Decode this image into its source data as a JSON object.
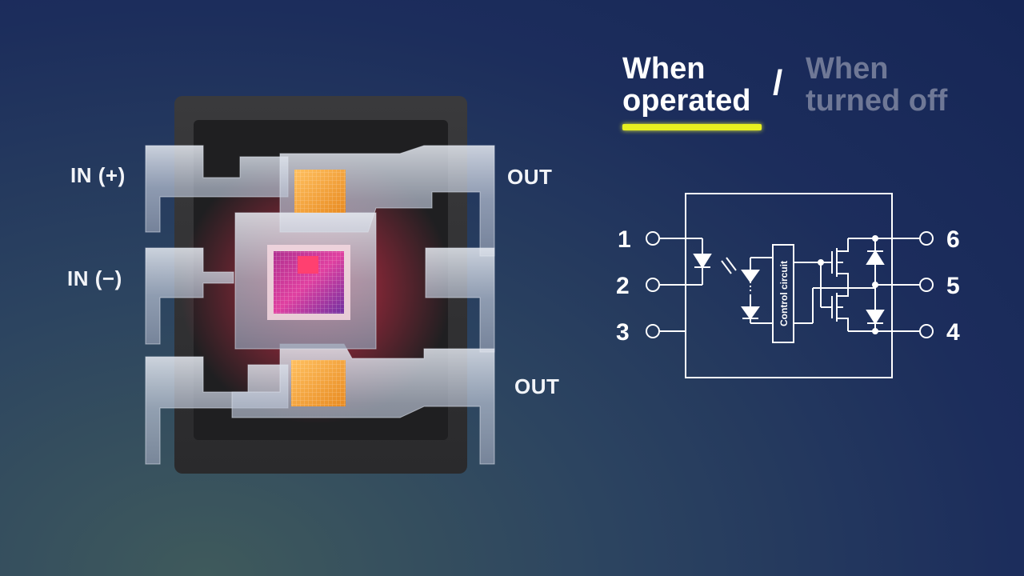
{
  "device_labels": {
    "in_plus": "IN (+)",
    "in_minus": "IN (−)",
    "out_top": "OUT",
    "out_bottom": "OUT"
  },
  "mode": {
    "operated_line1": "When",
    "operated_line2": "operated",
    "separator": "/",
    "off_line1": "When",
    "off_line2": "turned off",
    "active": "operated"
  },
  "schematic": {
    "pins_left": [
      "1",
      "2",
      "3"
    ],
    "pins_right": [
      "6",
      "5",
      "4"
    ],
    "control_label": "Control circuit"
  },
  "colors": {
    "background": "#1c2d5c",
    "highlight": "#e8f020",
    "inactive_text": "#6f7896",
    "led_glow": "#ff3050"
  }
}
